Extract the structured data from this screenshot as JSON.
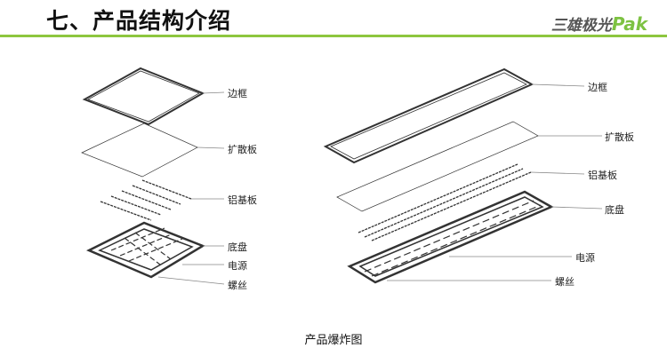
{
  "header": {
    "title": "七、产品结构介绍",
    "logo_cn": "三雄极光",
    "logo_en": "Pak"
  },
  "accent_color": "#8dc63f",
  "left_labels": [
    "边框",
    "扩散板",
    "铝基板",
    "底盘",
    "电源",
    "螺丝"
  ],
  "right_labels": [
    "边框",
    "扩散板",
    "铝基板",
    "底盘",
    "电源",
    "螺丝"
  ],
  "caption": "产品爆炸图"
}
